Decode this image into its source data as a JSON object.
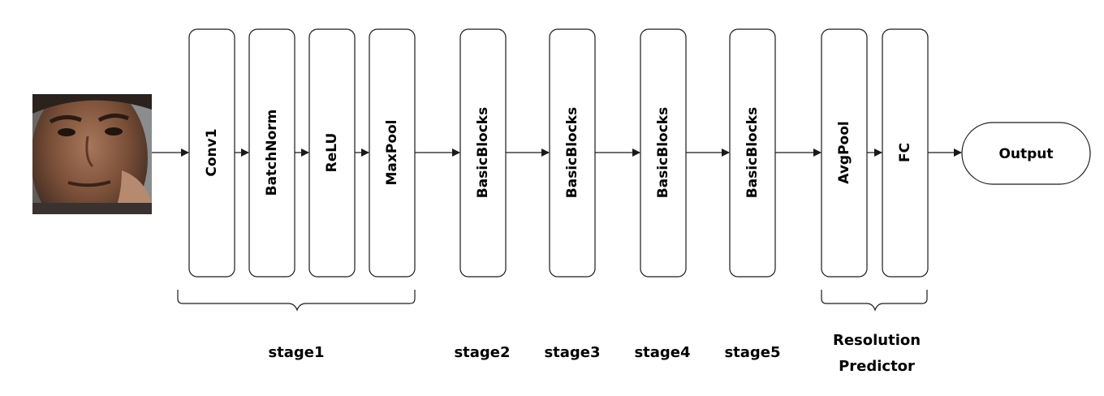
{
  "diagram": {
    "input_image": {
      "description_icon": "face-photo-icon"
    },
    "blocks": [
      {
        "id": "conv1",
        "label": "Conv1"
      },
      {
        "id": "batchnorm",
        "label": "BatchNorm"
      },
      {
        "id": "relu",
        "label": "ReLU"
      },
      {
        "id": "maxpool",
        "label": "MaxPool"
      },
      {
        "id": "basicblocks-2",
        "label": "BasicBlocks"
      },
      {
        "id": "basicblocks-3",
        "label": "BasicBlocks"
      },
      {
        "id": "basicblocks-4",
        "label": "BasicBlocks"
      },
      {
        "id": "basicblocks-5",
        "label": "BasicBlocks"
      },
      {
        "id": "avgpool",
        "label": "AvgPool"
      },
      {
        "id": "fc",
        "label": "FC"
      }
    ],
    "output": {
      "label": "Output"
    },
    "stages": {
      "stage1": "stage1",
      "stage2": "stage2",
      "stage3": "stage3",
      "stage4": "stage4",
      "stage5": "stage5",
      "predictor_line1": "Resolution",
      "predictor_line2": "Predictor"
    },
    "colors": {
      "stroke": "#1a1a1a",
      "text": "#000000",
      "background": "#ffffff"
    }
  }
}
